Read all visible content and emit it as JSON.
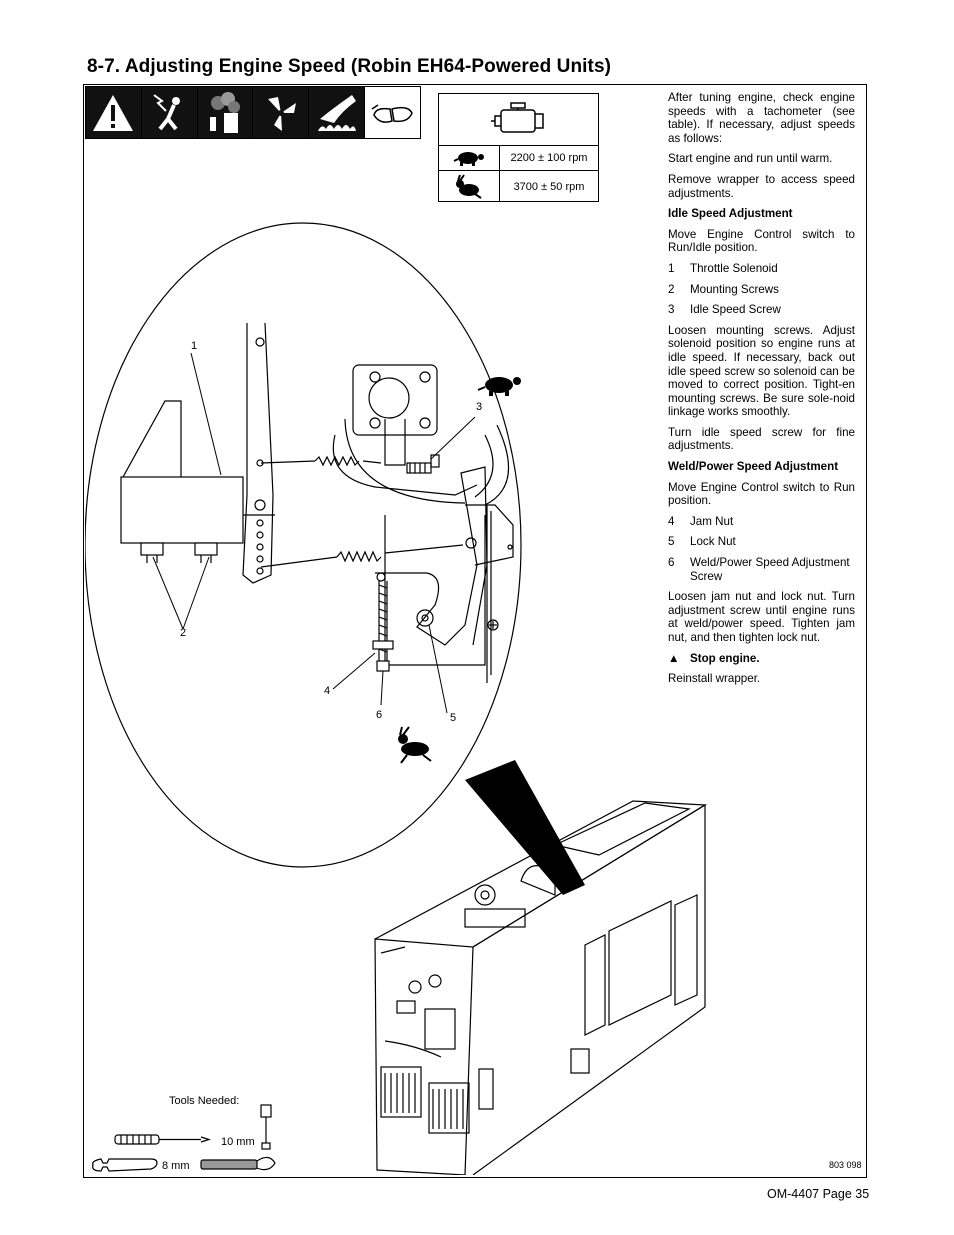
{
  "section_title": "8-7.   Adjusting Engine Speed (Robin EH64-Powered Units)",
  "speed_table": {
    "rows": [
      {
        "icon": "turtle-icon",
        "speed": "2200 ± 100 rpm"
      },
      {
        "icon": "rabbit-icon",
        "speed": "3700 ± 50 rpm"
      }
    ]
  },
  "instructions": {
    "intro": "After tuning engine, check engine speeds with a tachometer (see table). If necessary, adjust speeds as follows:",
    "step_start": "Start engine and run until warm.",
    "step_remove": "Remove wrapper to access speed adjustments.",
    "idle_heading": "Idle Speed Adjustment",
    "idle_move": "Move Engine Control switch to Run/Idle position.",
    "idle_items": [
      {
        "n": "1",
        "label": "Throttle Solenoid"
      },
      {
        "n": "2",
        "label": "Mounting Screws"
      },
      {
        "n": "3",
        "label": "Idle Speed Screw"
      }
    ],
    "idle_loosen": "Loosen mounting screws. Adjust solenoid position so engine runs at idle speed. If necessary, back out idle speed screw so solenoid can be moved to correct position. Tight-en mounting screws. Be sure sole-noid linkage works smoothly.",
    "idle_turn": "Turn idle speed screw for fine adjustments.",
    "weld_heading": "Weld/Power Speed Adjustment",
    "weld_move": "Move Engine Control switch to Run position.",
    "weld_items": [
      {
        "n": "4",
        "label": "Jam Nut"
      },
      {
        "n": "5",
        "label": "Lock Nut"
      },
      {
        "n": "6",
        "label": "Weld/Power Speed Adjustment Screw"
      }
    ],
    "weld_loosen": "Loosen jam nut and lock nut. Turn adjustment screw until engine runs at weld/power speed. Tighten jam nut, and then tighten lock nut.",
    "stop": "Stop engine.",
    "reinstall": "Reinstall wrapper."
  },
  "callouts": [
    "1",
    "2",
    "3",
    "4",
    "5",
    "6"
  ],
  "tools": {
    "label": "Tools Needed:",
    "socket": "10 mm",
    "wrench": "8 mm"
  },
  "figure_number": "803 098",
  "page_footer": "OM-4407 Page 35"
}
